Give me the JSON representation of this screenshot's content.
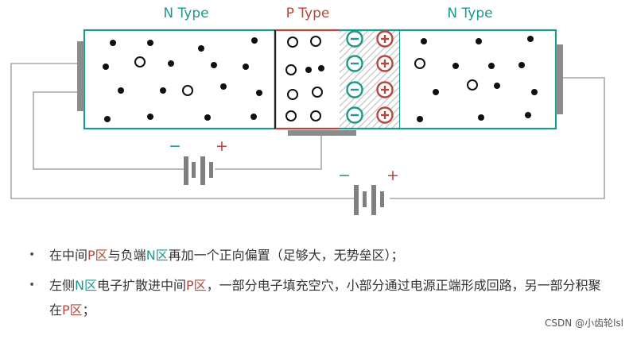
{
  "labels": {
    "n_left": "N Type",
    "p_middle": "P Type",
    "n_right": "N Type",
    "minus": "−",
    "plus": "+",
    "ion_minus": "−",
    "ion_plus": "+"
  },
  "bullets": [
    {
      "parts": [
        {
          "text": "在中间",
          "style": "normal"
        },
        {
          "text": "P区",
          "style": "p"
        },
        {
          "text": "与负端",
          "style": "normal"
        },
        {
          "text": "N区",
          "style": "n"
        },
        {
          "text": "再加一个正向偏置（足够大，无势垒区）；",
          "style": "normal"
        }
      ]
    },
    {
      "parts": [
        {
          "text": "左侧",
          "style": "normal"
        },
        {
          "text": "N区",
          "style": "n"
        },
        {
          "text": "电子扩散进中间",
          "style": "normal"
        },
        {
          "text": "P区",
          "style": "p"
        },
        {
          "text": "，一部分电子填充空穴，小部分通过电源正端形成回路，另一部分积聚在",
          "style": "normal"
        },
        {
          "text": "P区",
          "style": "p"
        },
        {
          "text": "；",
          "style": "normal"
        }
      ]
    }
  ],
  "watermark": "CSDN @小齿轮lsl",
  "colors": {
    "n_region": "#1a9a8c",
    "p_region": "#b5473d",
    "text": "#333333",
    "wire": "#a6a6a6",
    "battery": "#808080",
    "contact": "#8c8c8c"
  },
  "bullet_glyph": "•"
}
